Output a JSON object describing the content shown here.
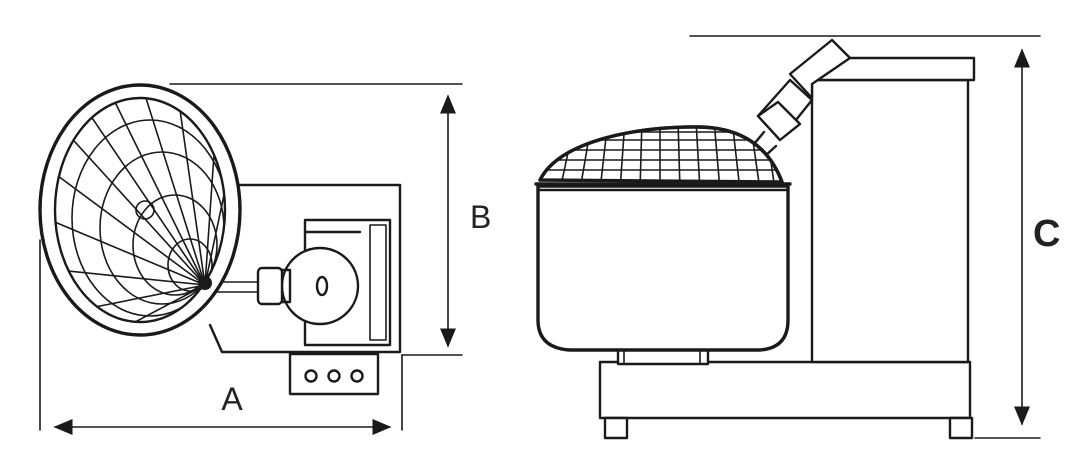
{
  "labels": {
    "dim_a": "A",
    "dim_b": "B",
    "dim_c": "C"
  },
  "views": {
    "top_view": "top-view",
    "side_view": "side-view"
  },
  "colors": {
    "line": "#1a1a1a",
    "background": "#ffffff"
  }
}
